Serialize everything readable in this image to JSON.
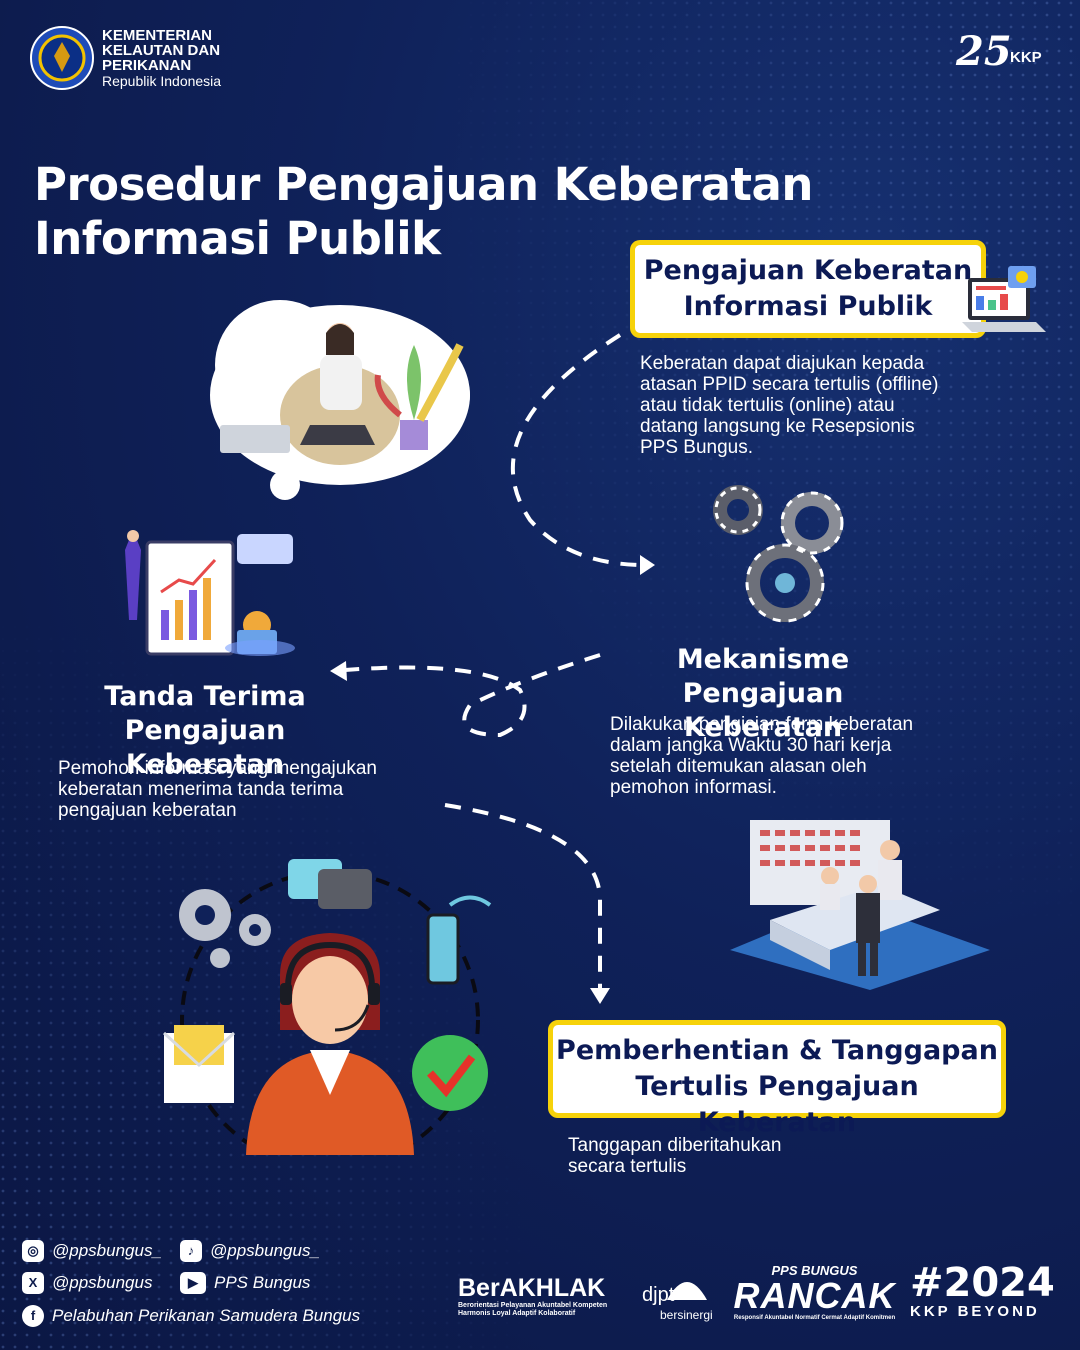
{
  "header": {
    "ministry_line1": "KEMENTERIAN",
    "ministry_line2": "KELAUTAN DAN",
    "ministry_line3": "PERIKANAN",
    "ministry_sub": "Republik Indonesia",
    "anniv_number": "25",
    "anniv_label": "KKP"
  },
  "title": {
    "line1": "Prosedur Pengajuan Keberatan",
    "line2": "Informasi Publik"
  },
  "steps": [
    {
      "title_line1": "Pengajuan Keberatan",
      "title_line2": "Informasi Publik",
      "desc": [
        "Keberatan dapat diajukan kepada",
        "atasan PPID secara tertulis (offline)",
        "atau tidak tertulis (online) atau",
        "datang langsung ke Resepsionis",
        "PPS Bungus."
      ]
    },
    {
      "title_line1": "Mekanisme Pengajuan",
      "title_line2": "Keberatan",
      "desc": [
        "Dilakukan pengisian form keberatan",
        "dalam jangka Waktu 30 hari kerja",
        "setelah ditemukan alasan oleh",
        "pemohon informasi."
      ]
    },
    {
      "title_line1": "Tanda Terima",
      "title_line2": "Pengajuan Keberatan",
      "desc": [
        "Pemohon informasi yang mengajukan",
        "keberatan menerima tanda terima",
        "pengajuan keberatan"
      ]
    },
    {
      "title_line1": "Pemberhentian & Tanggapan",
      "title_line2": "Tertulis Pengajuan Keberatan",
      "desc": [
        "Tanggapan diberitahukan",
        "secara tertulis"
      ]
    }
  ],
  "social": [
    {
      "icon": "instagram-icon",
      "glyph": "◎",
      "handle": "@ppsbungus_"
    },
    {
      "icon": "tiktok-icon",
      "glyph": "♪",
      "handle": "@ppsbungus_"
    },
    {
      "icon": "x-icon",
      "glyph": "X",
      "handle": "@ppsbungus"
    },
    {
      "icon": "youtube-icon",
      "glyph": "▶",
      "handle": "PPS Bungus"
    },
    {
      "icon": "facebook-icon",
      "glyph": "f",
      "handle": "Pelabuhan Perikanan Samudera Bungus"
    }
  ],
  "footer": {
    "berakhlak": "BerAKHLAK",
    "berakhlak_sub1": "Berorientasi Pelayanan Akuntabel Kompeten",
    "berakhlak_sub2": "Harmonis Loyal Adaptif Kolaboratif",
    "djpt": "djpt",
    "djpt_sub": "bersinergi",
    "rancak_top": "PPS BUNGUS",
    "rancak": "RANCAK",
    "rancak_sub": "Responsif Akuntabel Normatif Cermat Adaptif Komitmen",
    "hashtag": "#2024",
    "beyond": "KKP BEYOND"
  },
  "colors": {
    "background": "#0f2159",
    "accent_yellow": "#f6d20a",
    "box_text": "#0c1a55"
  }
}
